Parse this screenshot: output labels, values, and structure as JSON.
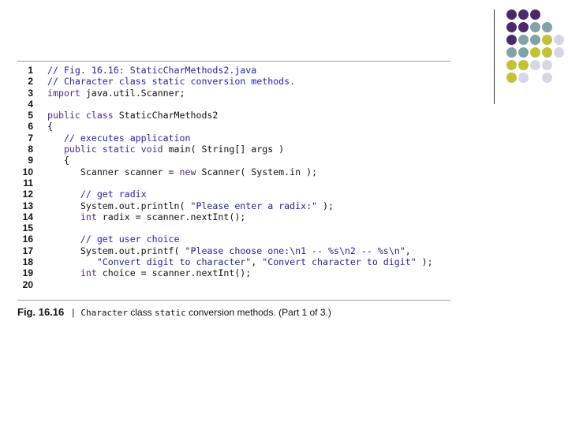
{
  "decoration": {
    "dot_colors": {
      "purple": "#4b2a6b",
      "teal": "#7fa3a6",
      "olive": "#c2c234",
      "lavender": "#d6d6e6"
    }
  },
  "code": {
    "lines": [
      {
        "num": "1",
        "tokens": [
          {
            "t": "comment",
            "v": "// Fig. 16.16: StaticCharMethods2.java"
          }
        ]
      },
      {
        "num": "2",
        "tokens": [
          {
            "t": "comment",
            "v": "// Character class static conversion methods."
          }
        ]
      },
      {
        "num": "3",
        "tokens": [
          {
            "t": "keyword",
            "v": "import"
          },
          {
            "t": "plain",
            "v": " java.util.Scanner;"
          }
        ]
      },
      {
        "num": "4",
        "tokens": []
      },
      {
        "num": "5",
        "tokens": [
          {
            "t": "keyword",
            "v": "public class"
          },
          {
            "t": "plain",
            "v": " StaticCharMethods2"
          }
        ]
      },
      {
        "num": "6",
        "tokens": [
          {
            "t": "plain",
            "v": "{"
          }
        ]
      },
      {
        "num": "7",
        "tokens": [
          {
            "t": "comment",
            "v": "   // executes application"
          }
        ]
      },
      {
        "num": "8",
        "tokens": [
          {
            "t": "keyword",
            "v": "   public static void"
          },
          {
            "t": "plain",
            "v": " main( String[] args )"
          }
        ]
      },
      {
        "num": "9",
        "tokens": [
          {
            "t": "plain",
            "v": "   {"
          }
        ]
      },
      {
        "num": "10",
        "tokens": [
          {
            "t": "plain",
            "v": "      Scanner scanner = "
          },
          {
            "t": "keyword",
            "v": "new"
          },
          {
            "t": "plain",
            "v": " Scanner( System.in );"
          }
        ]
      },
      {
        "num": "11",
        "tokens": []
      },
      {
        "num": "12",
        "tokens": [
          {
            "t": "comment",
            "v": "      // get radix"
          }
        ]
      },
      {
        "num": "13",
        "tokens": [
          {
            "t": "plain",
            "v": "      System.out.println( "
          },
          {
            "t": "string",
            "v": "\"Please enter a radix:\""
          },
          {
            "t": "plain",
            "v": " );"
          }
        ]
      },
      {
        "num": "14",
        "tokens": [
          {
            "t": "keyword",
            "v": "      int"
          },
          {
            "t": "plain",
            "v": " radix = scanner.nextInt();"
          }
        ]
      },
      {
        "num": "15",
        "tokens": []
      },
      {
        "num": "16",
        "tokens": [
          {
            "t": "comment",
            "v": "      // get user choice"
          }
        ]
      },
      {
        "num": "17",
        "tokens": [
          {
            "t": "plain",
            "v": "      System.out.printf( "
          },
          {
            "t": "string",
            "v": "\"Please choose one:\\n1 -- %s\\n2 -- %s\\n\""
          },
          {
            "t": "plain",
            "v": ","
          }
        ]
      },
      {
        "num": "18",
        "tokens": [
          {
            "t": "string",
            "v": "         \"Convert digit to character\""
          },
          {
            "t": "plain",
            "v": ", "
          },
          {
            "t": "string",
            "v": "\"Convert character to digit\""
          },
          {
            "t": "plain",
            "v": " );"
          }
        ]
      },
      {
        "num": "19",
        "tokens": [
          {
            "t": "keyword",
            "v": "      int"
          },
          {
            "t": "plain",
            "v": " choice = scanner.nextInt();"
          }
        ]
      },
      {
        "num": "20",
        "tokens": []
      }
    ]
  },
  "caption": {
    "label": "Fig. 16.16",
    "separator": "|",
    "class_name": "Character",
    "word_class": " class ",
    "word_static": "static",
    "rest": " conversion methods. (Part 1 of 3.)"
  }
}
